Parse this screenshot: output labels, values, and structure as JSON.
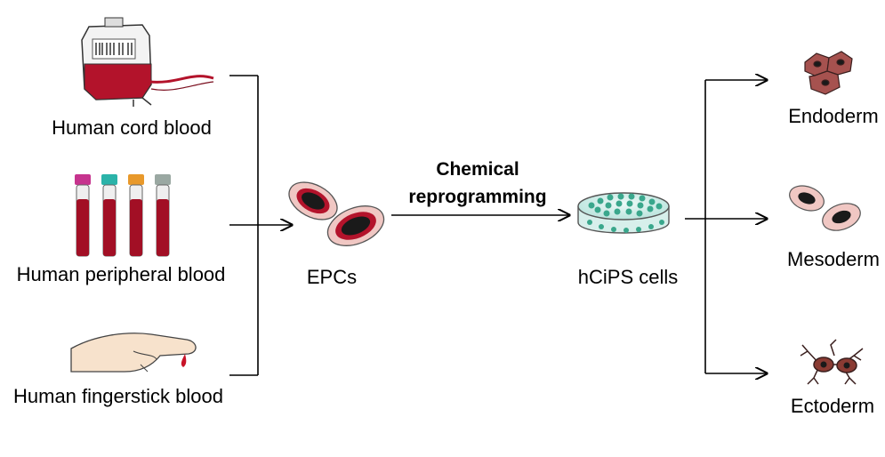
{
  "sources": [
    {
      "label": "Human cord blood",
      "icon": "blood-bag-icon"
    },
    {
      "label": "Human peripheral blood",
      "icon": "blood-tubes-icon"
    },
    {
      "label": "Human fingerstick blood",
      "icon": "fingerstick-icon"
    }
  ],
  "intermediate": {
    "label": "EPCs",
    "icon": "epc-cells-icon"
  },
  "process": {
    "line1": "Chemical",
    "line2": "reprogramming"
  },
  "product": {
    "label": "hCiPS cells",
    "icon": "petri-dish-icon"
  },
  "outcomes": [
    {
      "label": "Endoderm",
      "icon": "endoderm-cells-icon"
    },
    {
      "label": "Mesoderm",
      "icon": "mesoderm-cells-icon"
    },
    {
      "label": "Ectoderm",
      "icon": "ectoderm-cells-icon"
    }
  ],
  "colors": {
    "blood": "#b3132b",
    "cell_rim": "#f0c7c3",
    "cell_core": "#1a1a1a",
    "dish_cells": "#3aa78c",
    "endoderm": "#a6524f",
    "ectoderm": "#8a3b33",
    "line": "#000000"
  }
}
